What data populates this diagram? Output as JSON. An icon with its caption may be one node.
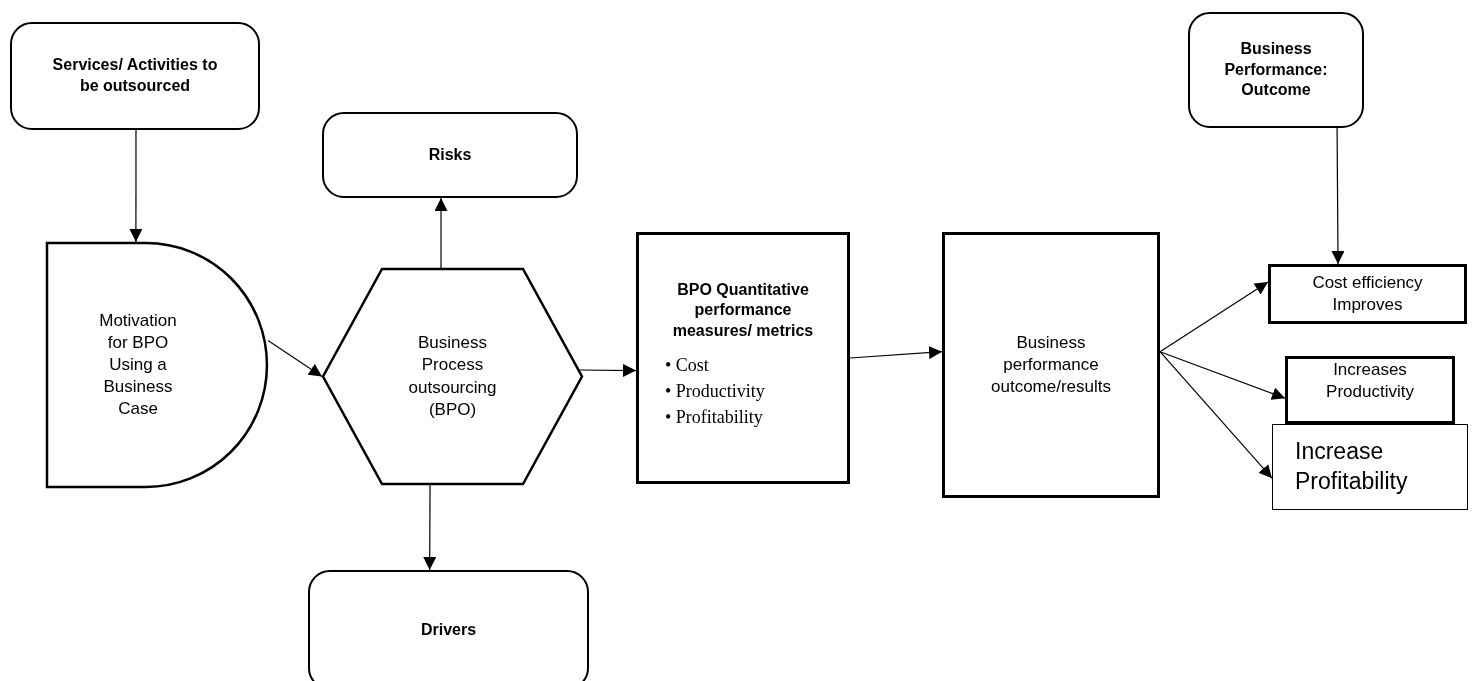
{
  "diagram": {
    "nodes": [
      {
        "text": [
          "Services/ Activities to be outsourced"
        ]
      },
      {
        "text": [
          "Business Performance: Outcome"
        ]
      },
      {
        "text": [
          "Risks"
        ]
      },
      {
        "text": [
          "Motivation for BPO Using a Business Case"
        ]
      },
      {
        "text": [
          "Business Process outsourcing (BPO)"
        ]
      },
      {
        "text": [
          "BPO Quantitative performance measures/ metrics",
          "• Cost",
          "• Productivity",
          "• Profitability"
        ]
      },
      {
        "text": [
          "Business performance outcome/results"
        ]
      },
      {
        "text": [
          "Cost efficiency Improves"
        ]
      },
      {
        "text": [
          "Increases Productivity"
        ]
      },
      {
        "text": [
          "Increase Profitability"
        ]
      },
      {
        "text": [
          "Drivers"
        ]
      }
    ],
    "edges": [
      {
        "from": 0,
        "to": 3,
        "arrow": "to"
      },
      {
        "from": 1,
        "to": 7,
        "arrow": "to"
      },
      {
        "from": 4,
        "to": 2,
        "arrow": "to"
      },
      {
        "from": 3,
        "to": 4,
        "arrow": "to"
      },
      {
        "from": 4,
        "to": 5,
        "arrow": "to"
      },
      {
        "from": 5,
        "to": 6,
        "arrow": "to"
      },
      {
        "from": 6,
        "to": 7,
        "arrow": "to"
      },
      {
        "from": 6,
        "to": 8,
        "arrow": "to"
      },
      {
        "from": 6,
        "to": 9,
        "arrow": "to"
      },
      {
        "from": 4,
        "to": 10,
        "arrow": "to"
      }
    ]
  }
}
